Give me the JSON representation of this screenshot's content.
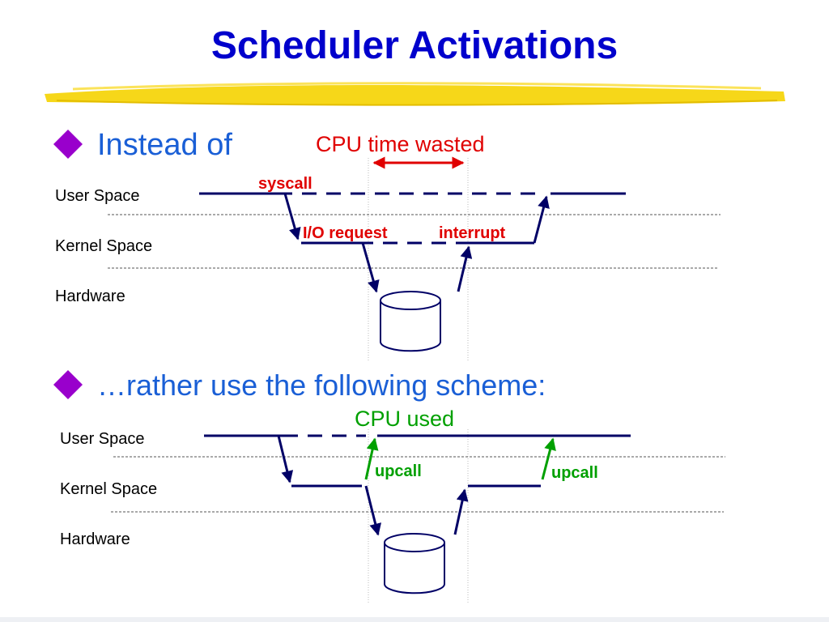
{
  "slide": {
    "title": "Scheduler Activations",
    "bullet1": "Instead of",
    "bullet2": "…rather use the following scheme:"
  },
  "colors": {
    "title": "#0000cc",
    "bullet_text": "#1a5fd6",
    "bullet_diamond": "#9900cc",
    "navy_lines": "#000066",
    "red": "#e00000",
    "green": "#00a000",
    "highlighter": "#f5d300"
  },
  "diagram_top": {
    "layers": [
      "User Space",
      "Kernel Space",
      "Hardware"
    ],
    "cpu_note": "CPU time wasted",
    "syscall": "syscall",
    "io_request": "I/O request",
    "interrupt": "interrupt"
  },
  "diagram_bottom": {
    "layers": [
      "User Space",
      "Kernel Space",
      "Hardware"
    ],
    "cpu_note": "CPU used",
    "upcall_left": "upcall",
    "upcall_right": "upcall"
  },
  "icons": {
    "bullet": "diamond-bullet-icon",
    "disk": "disk-cylinder-icon",
    "highlight": "highlighter-stroke-icon"
  }
}
